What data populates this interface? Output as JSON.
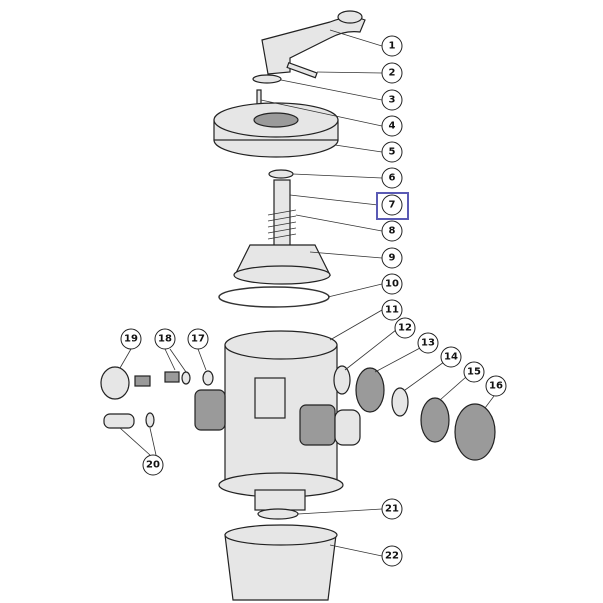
{
  "diagram": {
    "title": "Multiport valve exploded parts view",
    "highlighted_part": "7",
    "highlight_color": "#5a5ab4",
    "callouts": [
      "1",
      "2",
      "3",
      "4",
      "5",
      "6",
      "7",
      "8",
      "9",
      "10",
      "11",
      "12",
      "13",
      "14",
      "15",
      "16",
      "17",
      "18",
      "19",
      "20",
      "21",
      "22"
    ]
  }
}
